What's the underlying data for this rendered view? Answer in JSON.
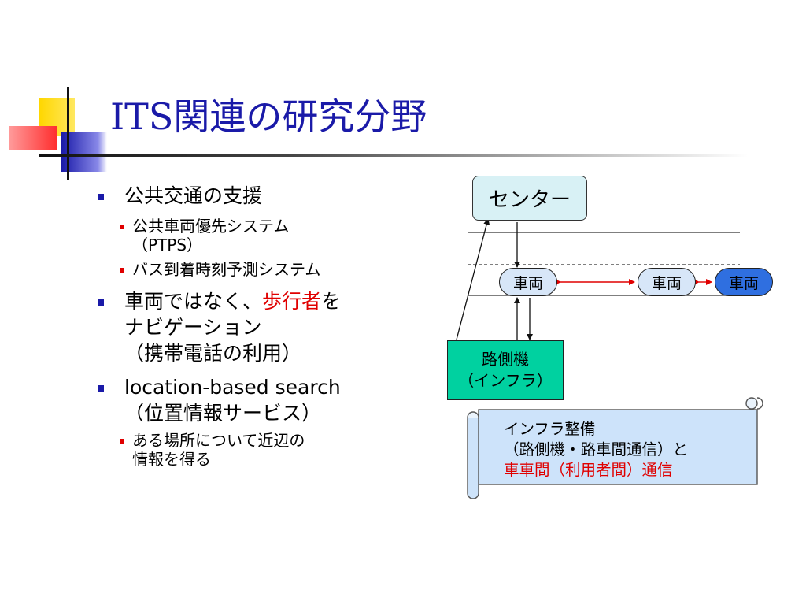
{
  "slide": {
    "title": "ITS関連の研究分野",
    "colors": {
      "title": "#1a1aa8",
      "bullet1": "#1a1aa8",
      "bullet2": "#e00000",
      "highlight": "#e00000"
    }
  },
  "bullets": {
    "b1": {
      "text": "公共交通の支援",
      "sub1": {
        "line1": "公共車両優先システム",
        "line2": "（PTPS）"
      },
      "sub2": "バス到着時刻予測システム"
    },
    "b2": {
      "line1_a": "車両ではなく、",
      "line1_highlight": "歩行者",
      "line1_b": "を",
      "line2": "ナビゲーション",
      "line3": "（携帯電話の利用）"
    },
    "b3": {
      "line1": "location-based search",
      "line2": "（位置情報サービス）",
      "sub1": {
        "line1": "ある場所について近辺の",
        "line2": "情報を得る"
      }
    }
  },
  "diagram": {
    "center_label": "センター",
    "vehicle_label": "車両",
    "rsu": {
      "line1": "路側機",
      "line2": "（インフラ）"
    },
    "scroll": {
      "line1": "インフラ整備",
      "line2": "（路側機・路車間通信）と",
      "line3": "車車間（利用者間）通信"
    },
    "colors": {
      "center": "#d8f1f5",
      "vehicle": "#d7e6f8",
      "vehicle_highlight": "#2f6fe0",
      "rsu": "#00d1a0",
      "scroll": "#cde3fa",
      "v2v_arrow": "#e00000"
    }
  }
}
